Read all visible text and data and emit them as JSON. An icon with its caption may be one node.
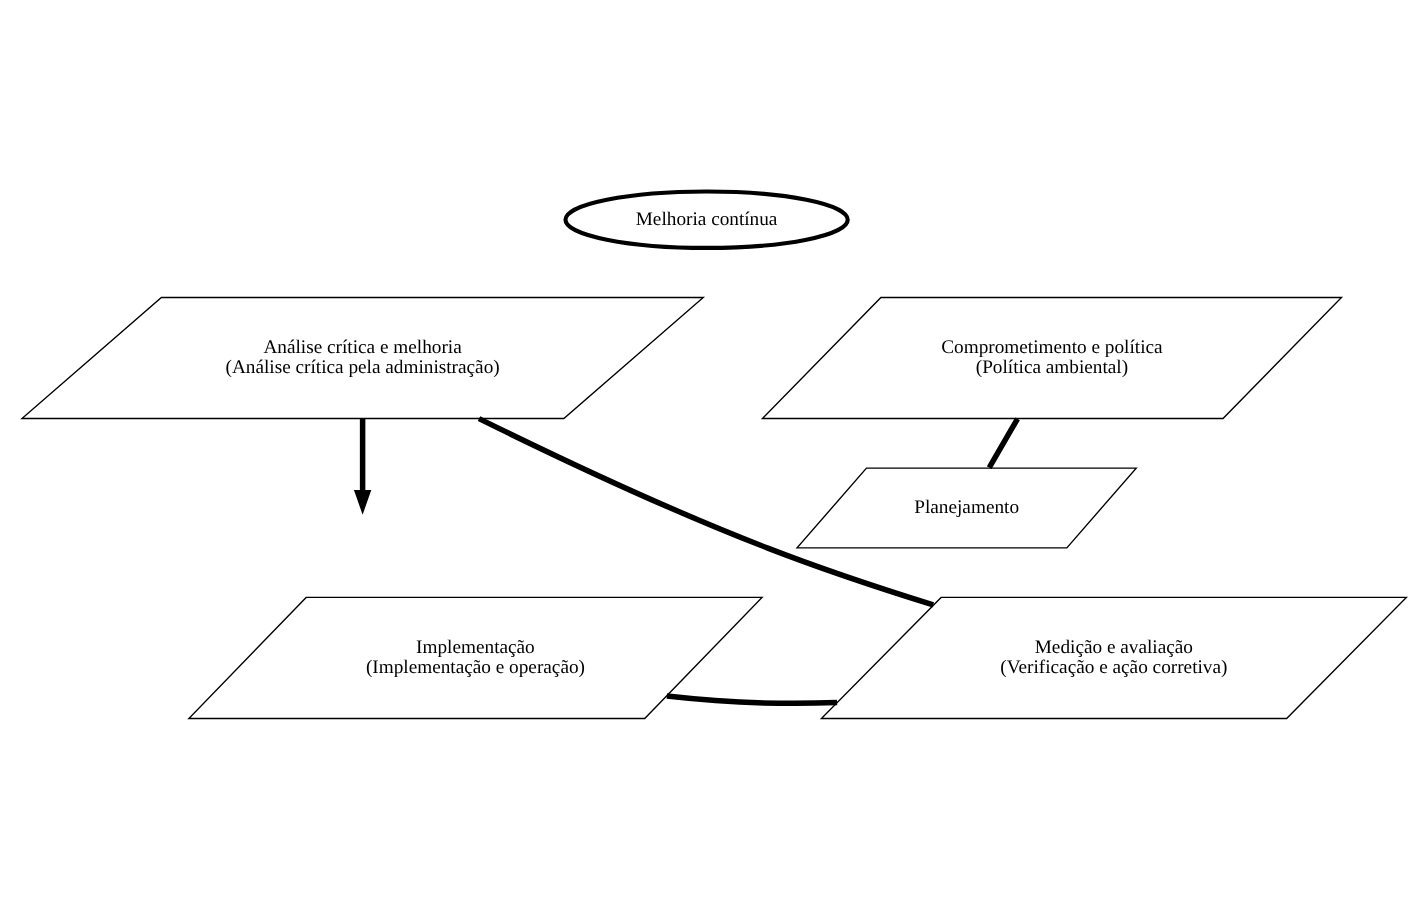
{
  "diagram": {
    "nodes": [
      {
        "text": [
          "Melhoria contínua"
        ]
      },
      {
        "text": [
          "Comprometimento e política",
          "(Política ambiental)"
        ]
      },
      {
        "text": [
          "Planejamento"
        ]
      },
      {
        "text": [
          "Implementação",
          "(Implementação e operação)"
        ]
      },
      {
        "text": [
          "Medição e avaliação",
          "(Verificação e ação corretiva)"
        ]
      },
      {
        "text": [
          "Análise crítica e melhoria",
          "(Análise crítica pela administração)"
        ]
      }
    ],
    "edges": [
      {
        "from": 1,
        "to": 2,
        "arrow": "none"
      },
      {
        "from": 3,
        "to": 4,
        "arrow": "none"
      },
      {
        "from": 4,
        "to": 5,
        "arrow": "none"
      },
      {
        "from": 5,
        "to": null,
        "arrow": "to"
      }
    ]
  }
}
